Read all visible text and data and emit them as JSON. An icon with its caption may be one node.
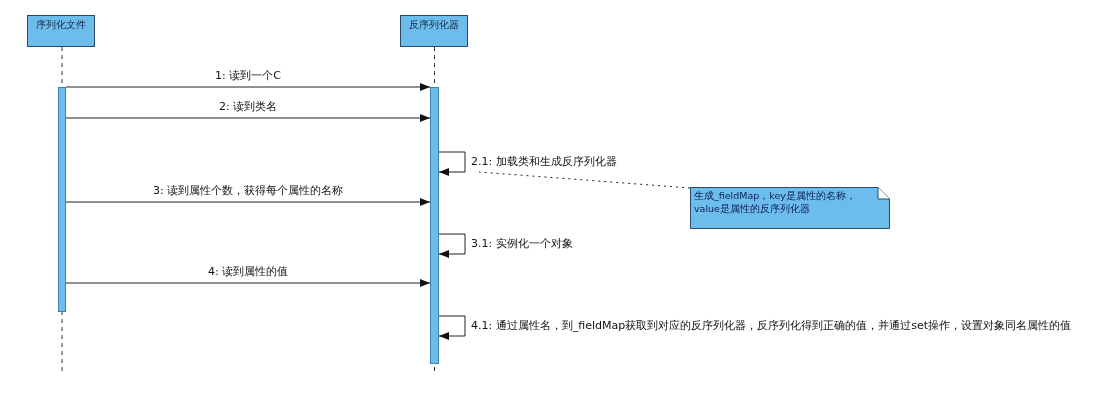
{
  "diagram": {
    "nodes": [
      {
        "text": [
          "序列化文件"
        ]
      },
      {
        "text": [
          "反序列化器"
        ]
      },
      {
        "text": [],
        "shape": "bar"
      },
      {
        "text": [],
        "shape": "bar"
      },
      {
        "text": [
          "生成_fieldMap，key是属性的名称，value是属性的反序列化器"
        ]
      }
    ],
    "edges": [
      {
        "from": 2,
        "to": 3,
        "arrow": "to",
        "label": "1: 读到一个C"
      },
      {
        "from": 2,
        "to": 3,
        "arrow": "to",
        "label": "2: 读到类名"
      },
      {
        "from": 3,
        "to": 3,
        "arrow": "to",
        "label": "2.1: 加载类和生成反序列化器"
      },
      {
        "from": 2,
        "to": 3,
        "arrow": "to",
        "label": "3: 读到属性个数，获得每个属性的名称"
      },
      {
        "from": 3,
        "to": 3,
        "arrow": "to",
        "label": "3.1: 实例化一个对象"
      },
      {
        "from": 2,
        "to": 3,
        "arrow": "to",
        "label": "4: 读到属性的值"
      },
      {
        "from": 3,
        "to": 3,
        "arrow": "to",
        "label": "4.1: 通过属性名，到_fieldMap获取到对应的反序列化器，反序列化得到正确的值，并通过set操作，设置对象同名属性的值"
      },
      {
        "from": 4,
        "to": 3,
        "arrow": "none",
        "style": "dashed"
      }
    ]
  }
}
